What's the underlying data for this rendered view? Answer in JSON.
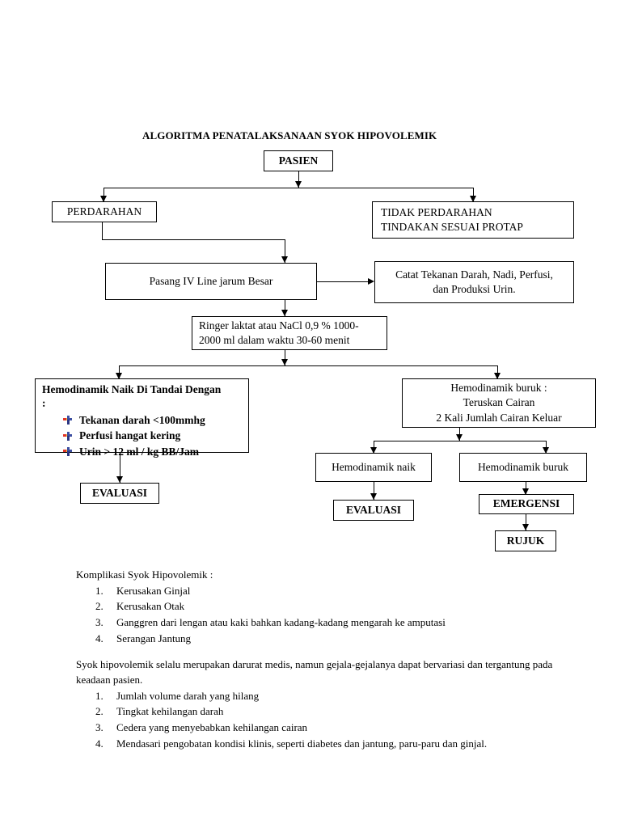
{
  "document": {
    "title": "ALGORITMA PENATALAKSANAAN SYOK HIPOVOLEMIK"
  },
  "flowchart": {
    "nodes": {
      "pasien": "PASIEN",
      "perdarahan": "PERDARAHAN",
      "tidak_perdarahan_line1": "TIDAK PERDARAHAN",
      "tidak_perdarahan_line2": "TINDAKAN SESUAI PROTAP",
      "pasang_iv": "Pasang IV Line jarum Besar",
      "catat_line1": "Catat Tekanan Darah, Nadi, Perfusi,",
      "catat_line2": "dan Produksi Urin.",
      "ringer_line1": "Ringer laktat atau NaCl 0,9 % 1000-",
      "ringer_line2": "2000 ml dalam waktu 30-60 menit",
      "hemo_naik_header": "Hemodinamik Naik Di Tandai Dengan",
      "hemo_naik_colon": ":",
      "hemo_buruk_line1": "Hemodinamik buruk :",
      "hemo_buruk_line2": "Teruskan Cairan",
      "hemo_buruk_line3": "2 Kali Jumlah Cairan Keluar",
      "hemodinamik_naik": "Hemodinamik naik",
      "hemodinamik_buruk": "Hemodinamik buruk",
      "evaluasi_left": "EVALUASI",
      "evaluasi_mid": "EVALUASI",
      "emergensi": "EMERGENSI",
      "rujuk": "RUJUK"
    },
    "hemo_naik_bullets": [
      "Tekanan darah <100mmhg",
      "Perfusi hangat kering",
      "Urin > 12 ml / kg BB/Jam"
    ]
  },
  "notes": {
    "komplikasi_heading": "Komplikasi Syok Hipovolemik :",
    "komplikasi_items": [
      "Kerusakan Ginjal",
      "Kerusakan Otak",
      "Ganggren dari lengan atau kaki bahkan kadang-kadang mengarah ke amputasi",
      "Serangan Jantung"
    ],
    "paragraph": "Syok hipovolemik selalu merupakan darurat medis, namun gejala-gejalanya dapat bervariasi dan tergantung pada keadaan pasien.",
    "faktor_items": [
      "Jumlah volume darah yang hilang",
      "Tingkat kehilangan darah",
      "Cedera yang menyebabkan kehilangan cairan",
      "Mendasari pengobatan kondisi klinis, seperti diabetes dan jantung, paru-paru dan ginjal."
    ]
  },
  "colors": {
    "ink": "#000000",
    "page": "#ffffff",
    "bullet_red": "#e0342a",
    "bullet_yellow": "#f2c53d",
    "bullet_blue": "#3d4fa1"
  }
}
